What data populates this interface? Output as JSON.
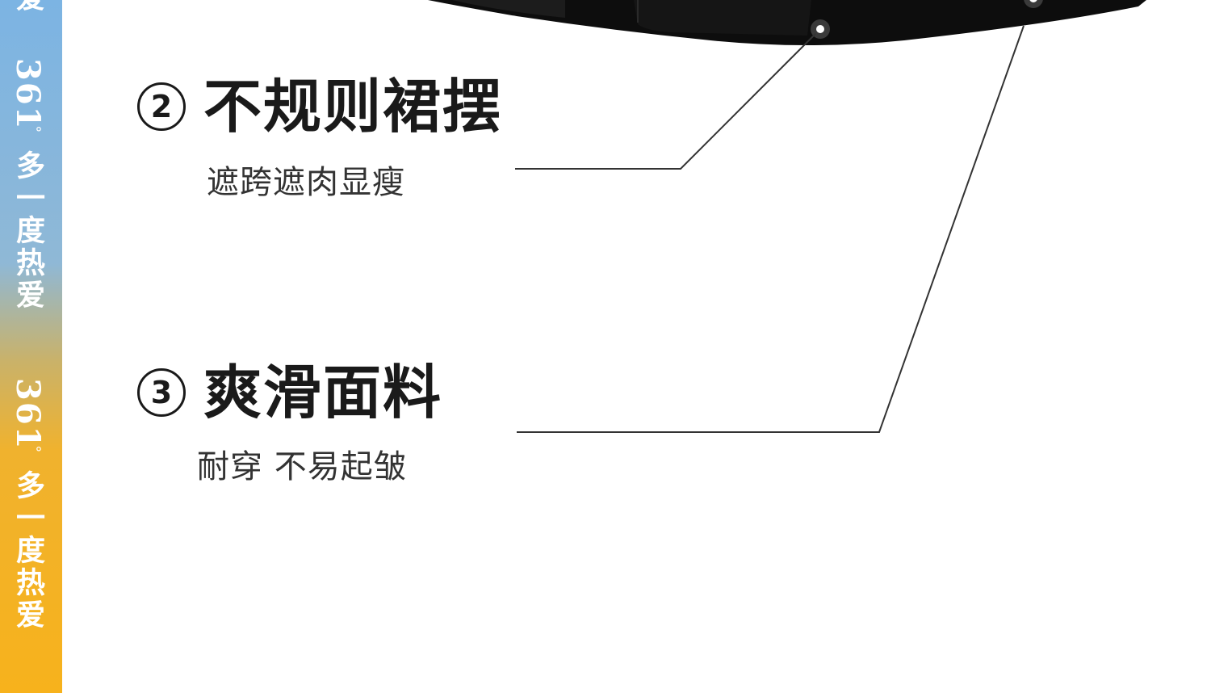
{
  "sidebar": {
    "brand": "361",
    "degree": "°",
    "slogan": "多一度热爱",
    "partial_top_char": "爱"
  },
  "features": [
    {
      "number": "②",
      "title": "不规则裙摆",
      "subtitle": "遮跨遮肉显瘦"
    },
    {
      "number": "③",
      "title": "爽滑面料",
      "subtitle": "耐穿 不易起皱"
    }
  ],
  "colors": {
    "strip_top": "#7cb4e3",
    "strip_bottom": "#f7b21c",
    "text": "#1a1a1a",
    "garment": "#111111"
  }
}
